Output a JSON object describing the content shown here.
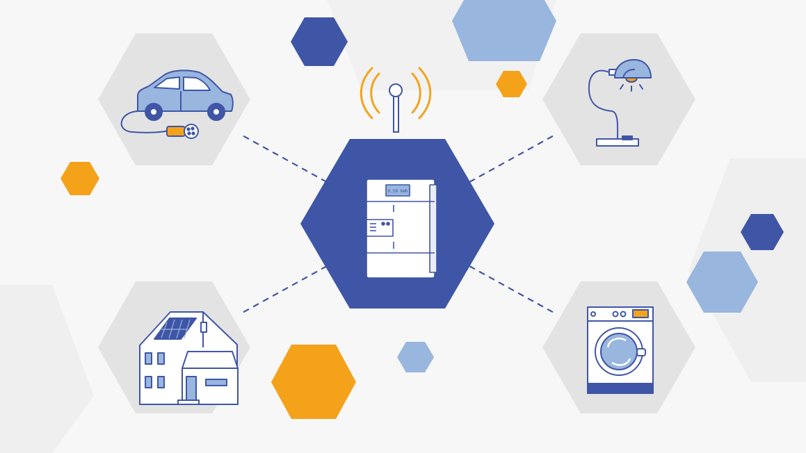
{
  "diagram": {
    "center": {
      "node": "smart-meter",
      "icon": "electricity-meter-icon",
      "signal_icon": "wireless-antenna-icon",
      "display_text": "0.50 kWh"
    },
    "devices": [
      {
        "node": "electric-car",
        "icon": "electric-car-charging-icon"
      },
      {
        "node": "desk-lamp",
        "icon": "desk-lamp-icon"
      },
      {
        "node": "solar-house",
        "icon": "house-with-solar-panel-icon"
      },
      {
        "node": "washing-machine",
        "icon": "washing-machine-icon"
      }
    ],
    "connections": [
      {
        "from": "smart-meter",
        "to": "electric-car"
      },
      {
        "from": "smart-meter",
        "to": "desk-lamp"
      },
      {
        "from": "smart-meter",
        "to": "solar-house"
      },
      {
        "from": "smart-meter",
        "to": "washing-machine"
      }
    ]
  },
  "colors": {
    "background": "#f7f7f7",
    "device_tile": "#e3e3e3",
    "primary_blue": "#3f55a6",
    "light_blue": "#98b6de",
    "orange": "#f5a21b",
    "line": "#3f55a6",
    "white": "#ffffff"
  }
}
